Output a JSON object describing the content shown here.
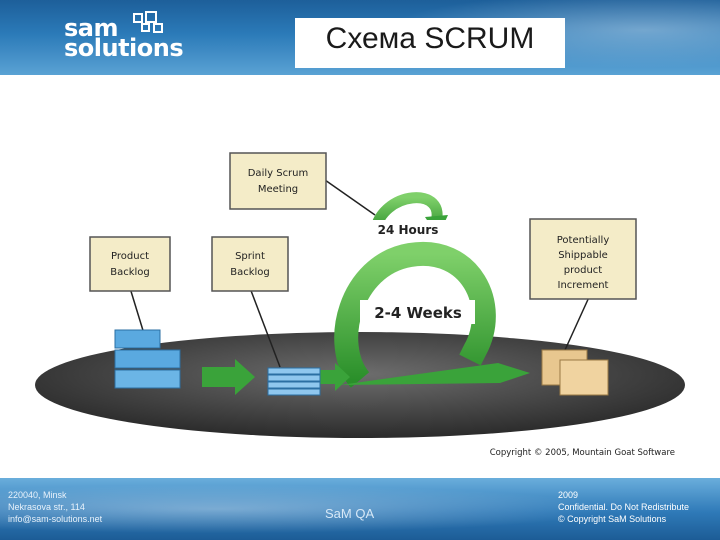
{
  "header": {
    "logo_line1": "sam",
    "logo_line2": "solutions",
    "title": "Схема SCRUM"
  },
  "diagram": {
    "daily_scrum": [
      "Daily Scrum",
      "Meeting"
    ],
    "product_backlog": [
      "Product",
      "Backlog"
    ],
    "sprint_backlog": [
      "Sprint",
      "Backlog"
    ],
    "increment": [
      "Potentially",
      "Shippable",
      "product",
      "Increment"
    ],
    "hours_label": "24 Hours",
    "weeks_label": "2-4 Weeks",
    "copyright": "Copyright © 2005, Mountain Goat Software"
  },
  "footer": {
    "left_lines": [
      "220040, Minsk",
      "Nekrasova str., 114",
      "info@sam-solutions.net"
    ],
    "center": "SaM QA",
    "right_lines": [
      "2009",
      "Confidential. Do Not Redistribute",
      "© Copyright SaM Solutions"
    ]
  },
  "colors": {
    "header_blue": "#2b7ab8",
    "arrow_green": "#3aa33a",
    "label_bg": "#f4ecc8",
    "backlog_blue": "#5aa9e0"
  }
}
